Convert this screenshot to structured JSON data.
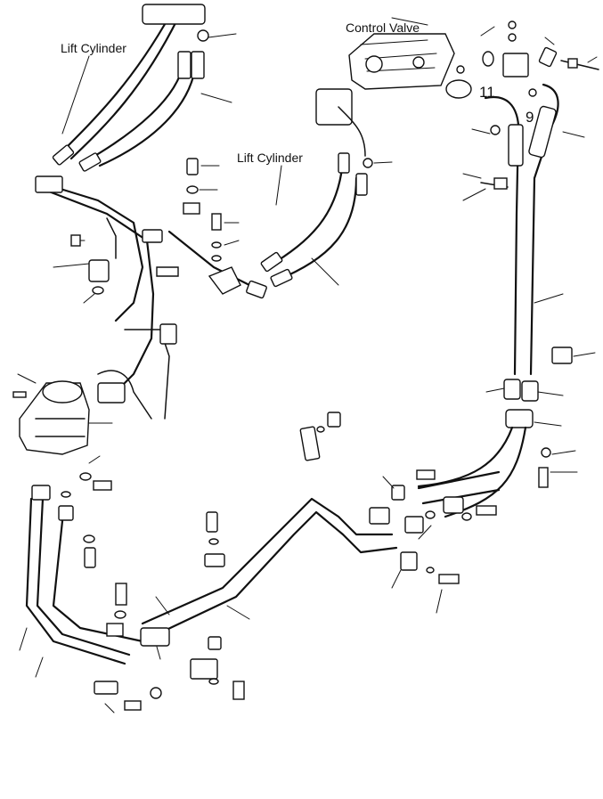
{
  "labels": {
    "lift_cylinder_left": "Lift Cylinder",
    "lift_cylinder_right": "Lift Cylinder",
    "control_valve": "Control Valve",
    "ref_11": "11",
    "ref_9": "9"
  }
}
